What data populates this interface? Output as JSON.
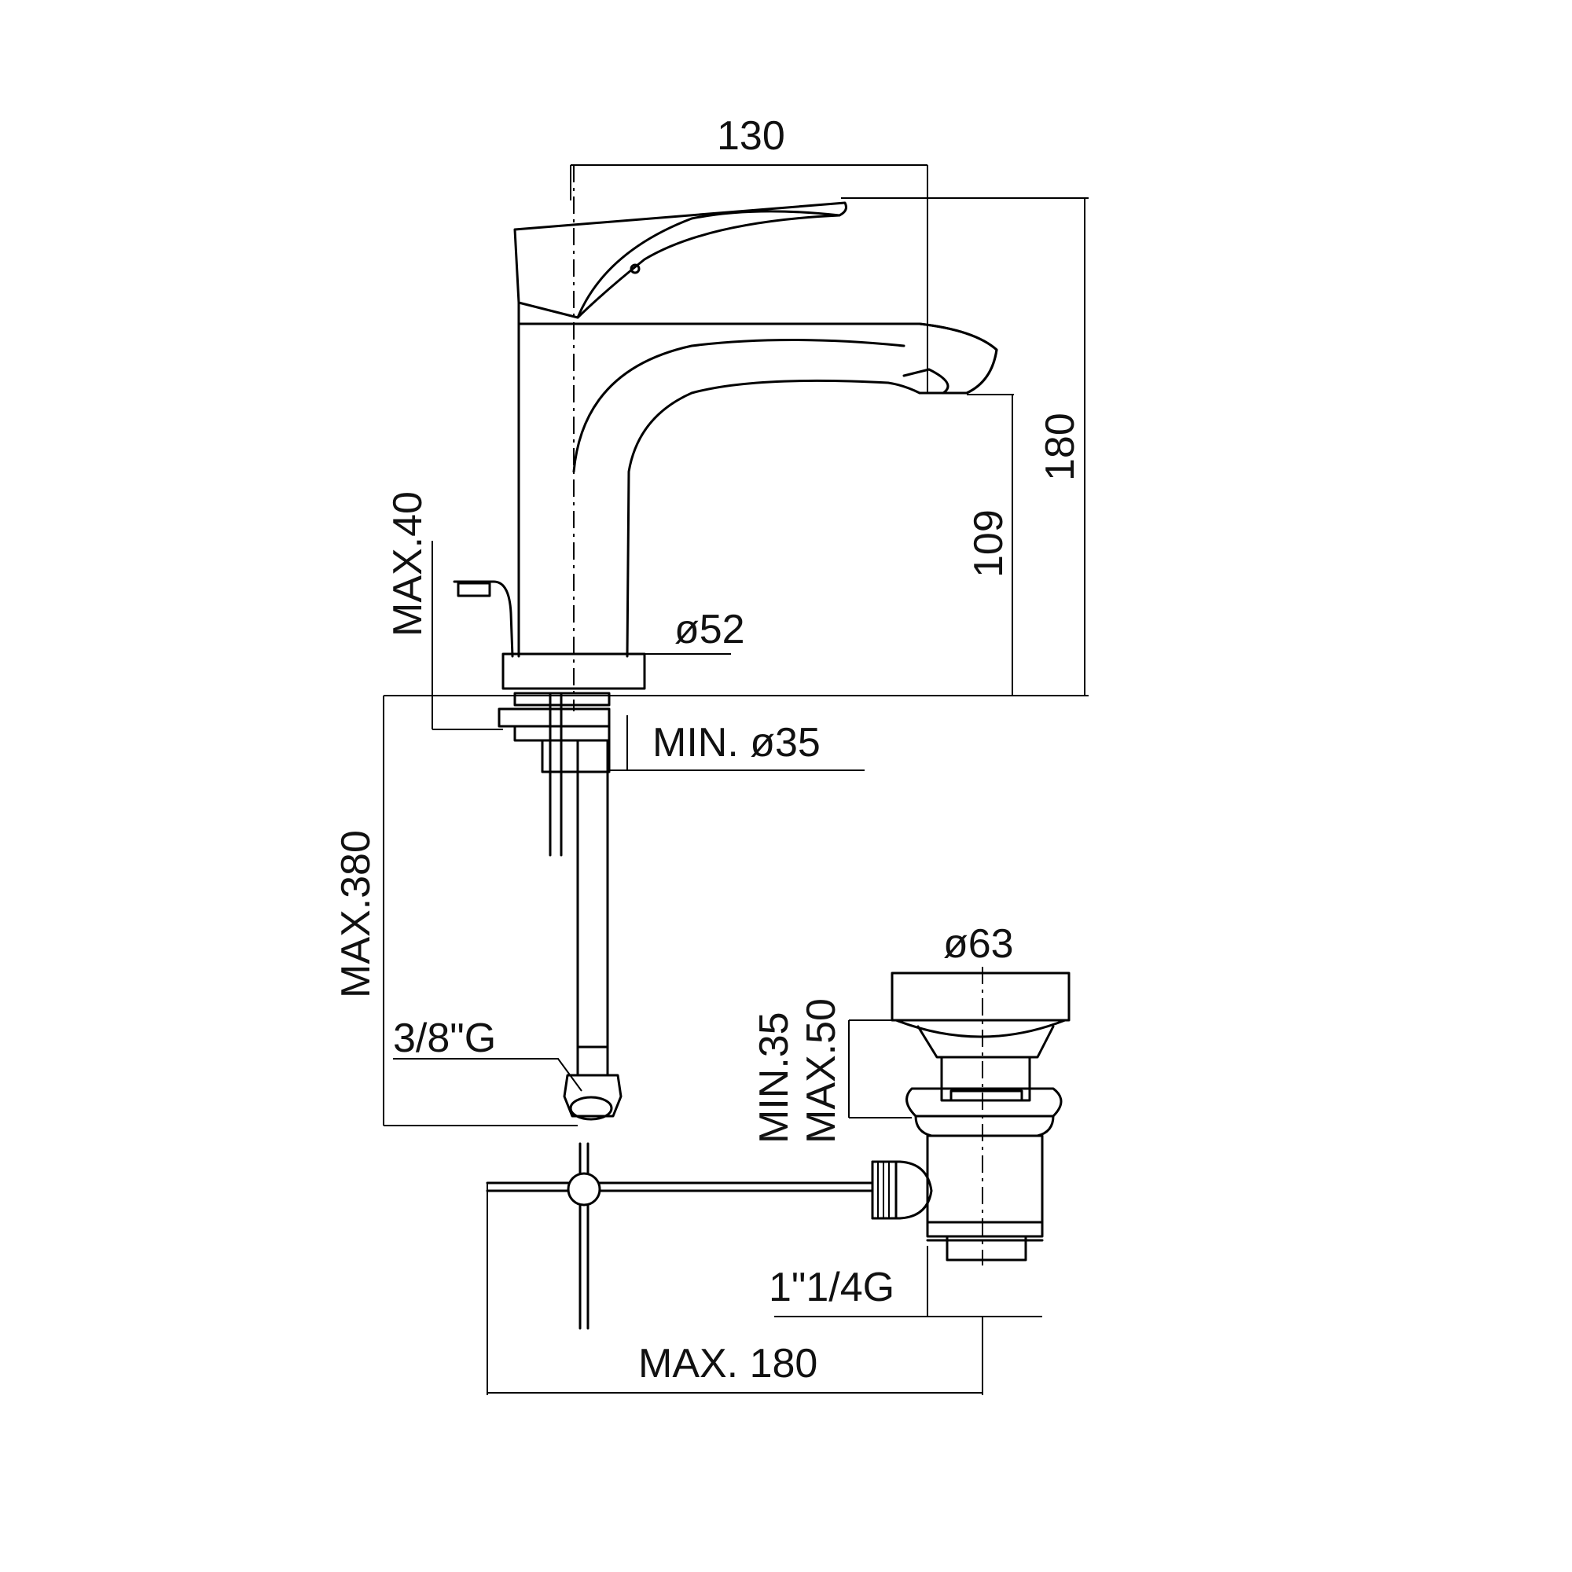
{
  "dimensions": {
    "width_130": "130",
    "height_180": "180",
    "spout_109": "109",
    "max_40": "MAX.40",
    "dia_52": "ø52",
    "min_dia_35": "MIN. ø35",
    "max_380": "MAX.380",
    "thread_3_8": "3/8\"G",
    "dia_63": "ø63",
    "min_35": "MIN.35",
    "max_50": "MAX.50",
    "thread_1_1_4": "1\"1/4G",
    "max_180": "MAX. 180"
  },
  "colors": {
    "line": "#000000",
    "background": "#ffffff"
  }
}
